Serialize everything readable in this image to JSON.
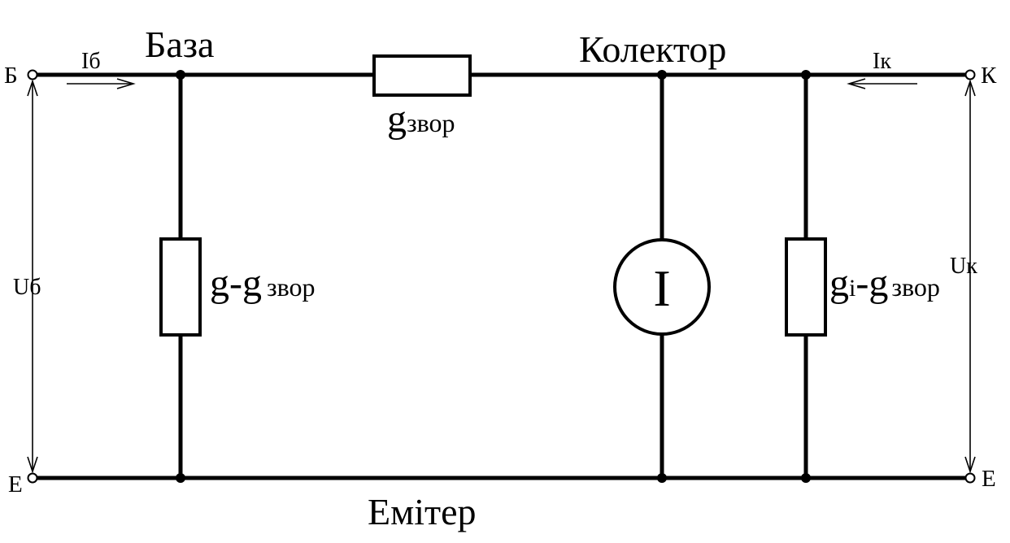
{
  "nodes": {
    "base": "База",
    "collector": "Колектор",
    "emitter": "Емітер"
  },
  "terminals": {
    "base": "Б",
    "collector": "К",
    "emitter_left": "Е",
    "emitter_right": "Е"
  },
  "currents": {
    "base": "Iб",
    "collector": "Iк"
  },
  "voltages": {
    "base": "Uб",
    "collector": "Uк"
  },
  "resistors": {
    "series": {
      "base": "g",
      "sub": "звор"
    },
    "base_shunt": {
      "base": "g-g",
      "sub": "звор"
    },
    "collector_shunt": {
      "base": "g",
      "sub1": "i",
      "mid": "-g",
      "sub": "звор"
    }
  },
  "source": {
    "label": "I"
  },
  "colors": {
    "line": "#000000",
    "background": "#ffffff"
  }
}
